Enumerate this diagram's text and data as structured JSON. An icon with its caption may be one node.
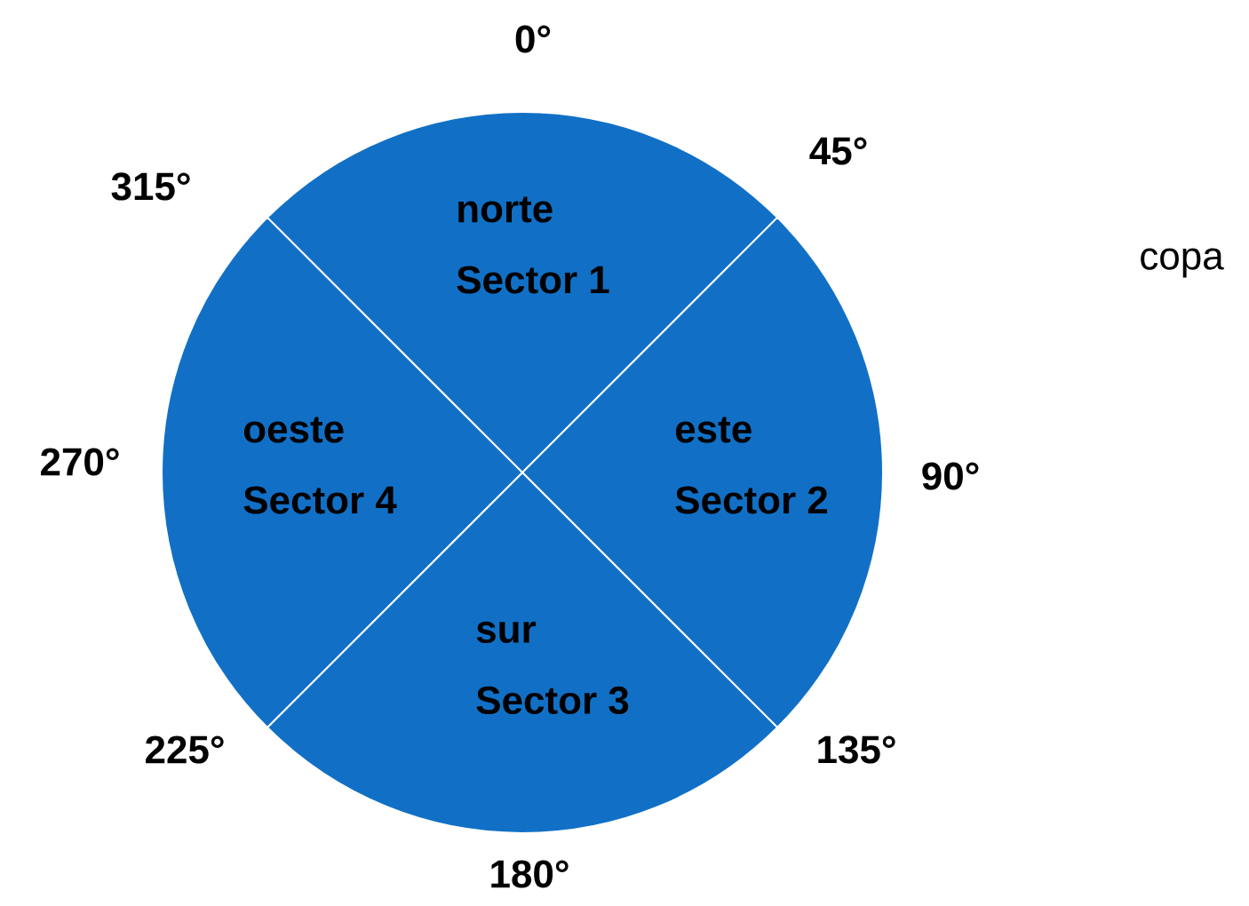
{
  "diagram": {
    "nodes": [
      {
        "text": [
          "norte",
          "Sector 1"
        ]
      },
      {
        "text": [
          "este",
          "Sector 2"
        ]
      },
      {
        "text": [
          "sur",
          "Sector 3"
        ]
      },
      {
        "text": [
          "oeste",
          "Sector 4"
        ]
      }
    ],
    "labels": [
      "0°",
      "45°",
      "315°",
      "copa",
      "270°",
      "90°",
      "225°",
      "135°",
      "180°"
    ]
  }
}
